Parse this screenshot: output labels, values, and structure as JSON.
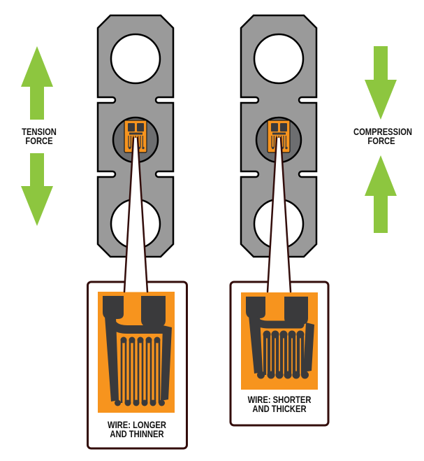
{
  "labels": {
    "tension_force": {
      "line1": "TENSION",
      "line2": "FORCE"
    },
    "compression_force": {
      "line1": "COMPRESSION",
      "line2": "FORCE"
    },
    "left_gauge_wire": {
      "line1": "WIRE: LONGER",
      "line2": "AND THINNER"
    },
    "right_gauge_wire": {
      "line1": "WIRE: SHORTER",
      "line2": "AND THICKER"
    }
  },
  "colors": {
    "arrow_green": "#8DC63F",
    "metal_gray": "#9A9A9A",
    "gauge_circle_gray": "#6D6E70",
    "gauge_orange": "#F7941E",
    "wire_dark": "#3A3A3C",
    "callout_maroon": "#330D0B",
    "outline_black": "#000000",
    "background_white": "#FFFFFF",
    "label_text": "#111111"
  }
}
